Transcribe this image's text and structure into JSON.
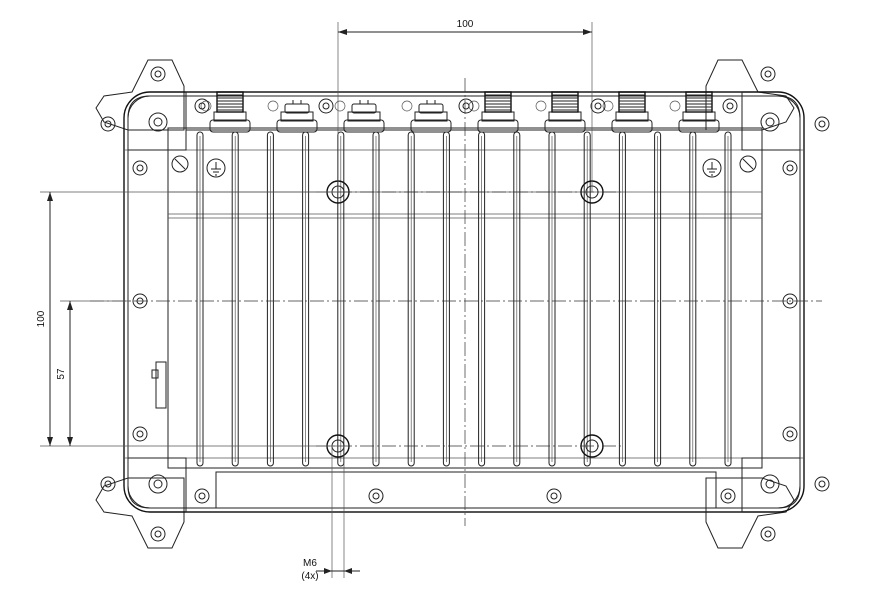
{
  "dimensions": {
    "width_label": "100",
    "height_label": "100",
    "offset_label": "57",
    "thread_label": "M6",
    "thread_count_label": "(4x)"
  },
  "drawing": {
    "fin_count": 16,
    "connector_count": 8,
    "mounting_hole_count": 4
  },
  "colors": {
    "line": "#222222",
    "background": "#ffffff"
  }
}
